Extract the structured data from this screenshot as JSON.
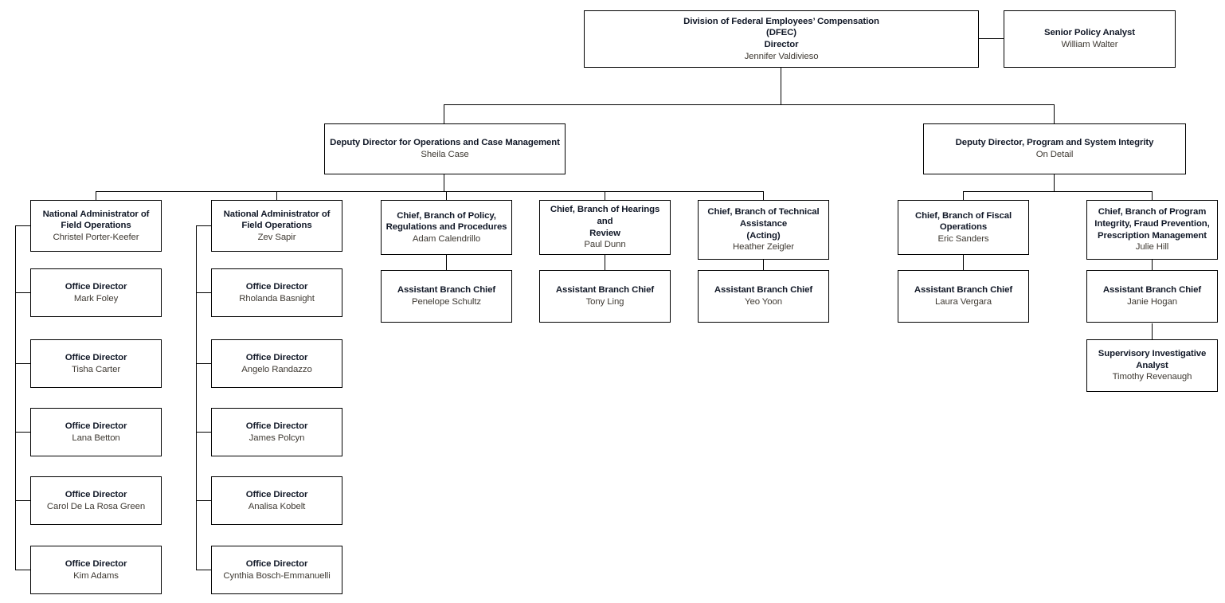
{
  "chart": {
    "type": "org-chart",
    "root": {
      "id": "director",
      "title": "Division of Federal Employees’ Compensation\n(DFEC)\nDirector",
      "title_lines": [
        "Division of Federal Employees’ Compensation",
        "(DFEC)",
        "Director"
      ],
      "person": "Jennifer Valdivieso"
    }
  },
  "nodes": {
    "director": {
      "title_lines": [
        "Division of Federal Employees’ Compensation",
        "(DFEC)",
        "Director"
      ],
      "person": "Jennifer Valdivieso"
    },
    "senior_policy_analyst": {
      "title_lines": [
        "Senior Policy Analyst"
      ],
      "person": "William Walter"
    },
    "deputy_operations": {
      "title_lines": [
        "Deputy Director for Operations and Case Management"
      ],
      "person": "Sheila Case"
    },
    "deputy_integrity": {
      "title_lines": [
        "Deputy Director, Program and System Integrity"
      ],
      "person": "On Detail"
    },
    "nafo_1": {
      "title_lines": [
        "National Administrator of",
        "Field Operations"
      ],
      "person": "Christel Porter-Keefer"
    },
    "nafo_1_od_1": {
      "title_lines": [
        "Office Director"
      ],
      "person": "Mark Foley"
    },
    "nafo_1_od_2": {
      "title_lines": [
        "Office Director"
      ],
      "person": "Tisha Carter"
    },
    "nafo_1_od_3": {
      "title_lines": [
        "Office Director"
      ],
      "person": "Lana Betton"
    },
    "nafo_1_od_4": {
      "title_lines": [
        "Office Director"
      ],
      "person": "Carol De La Rosa Green"
    },
    "nafo_1_od_5": {
      "title_lines": [
        "Office Director"
      ],
      "person": "Kim Adams"
    },
    "nafo_2": {
      "title_lines": [
        "National Administrator of",
        "Field Operations"
      ],
      "person": "Zev Sapir"
    },
    "nafo_2_od_1": {
      "title_lines": [
        "Office Director"
      ],
      "person": "Rholanda Basnight"
    },
    "nafo_2_od_2": {
      "title_lines": [
        "Office Director"
      ],
      "person": "Angelo Randazzo"
    },
    "nafo_2_od_3": {
      "title_lines": [
        "Office Director"
      ],
      "person": "James Polcyn"
    },
    "nafo_2_od_4": {
      "title_lines": [
        "Office Director"
      ],
      "person": "Analisa Kobelt"
    },
    "nafo_2_od_5": {
      "title_lines": [
        "Office Director"
      ],
      "person": "Cynthia Bosch-Emmanuelli"
    },
    "branch_policy": {
      "title_lines": [
        "Chief, Branch of Policy,",
        "Regulations and Procedures"
      ],
      "person": "Adam Calendrillo"
    },
    "branch_policy_abc": {
      "title_lines": [
        "Assistant Branch Chief"
      ],
      "person": "Penelope Schultz"
    },
    "branch_hearings": {
      "title_lines": [
        "Chief, Branch of Hearings and",
        "Review"
      ],
      "person": "Paul Dunn"
    },
    "branch_hearings_abc": {
      "title_lines": [
        "Assistant Branch Chief"
      ],
      "person": "Tony Ling"
    },
    "branch_technical": {
      "title_lines": [
        "Chief, Branch of Technical",
        "Assistance",
        "(Acting)"
      ],
      "person": "Heather Zeigler"
    },
    "branch_technical_abc": {
      "title_lines": [
        "Assistant Branch Chief"
      ],
      "person": "Yeo Yoon"
    },
    "branch_fiscal": {
      "title_lines": [
        "Chief, Branch of Fiscal",
        "Operations"
      ],
      "person": "Eric Sanders"
    },
    "branch_fiscal_abc": {
      "title_lines": [
        "Assistant Branch Chief"
      ],
      "person": "Laura Vergara"
    },
    "branch_program_integrity": {
      "title_lines": [
        "Chief, Branch of Program",
        "Integrity, Fraud Prevention,",
        "Prescription Management"
      ],
      "person": "Julie Hill"
    },
    "branch_program_integrity_abc": {
      "title_lines": [
        "Assistant Branch Chief"
      ],
      "person": "Janie Hogan"
    },
    "supervisory_investigative_analyst": {
      "title_lines": [
        "Supervisory Investigative",
        "Analyst"
      ],
      "person": "Timothy Revenaugh"
    }
  },
  "colors": {
    "border": "#000000",
    "title_text": "#111827",
    "person_text": "#3f3a33",
    "background": "#ffffff"
  }
}
